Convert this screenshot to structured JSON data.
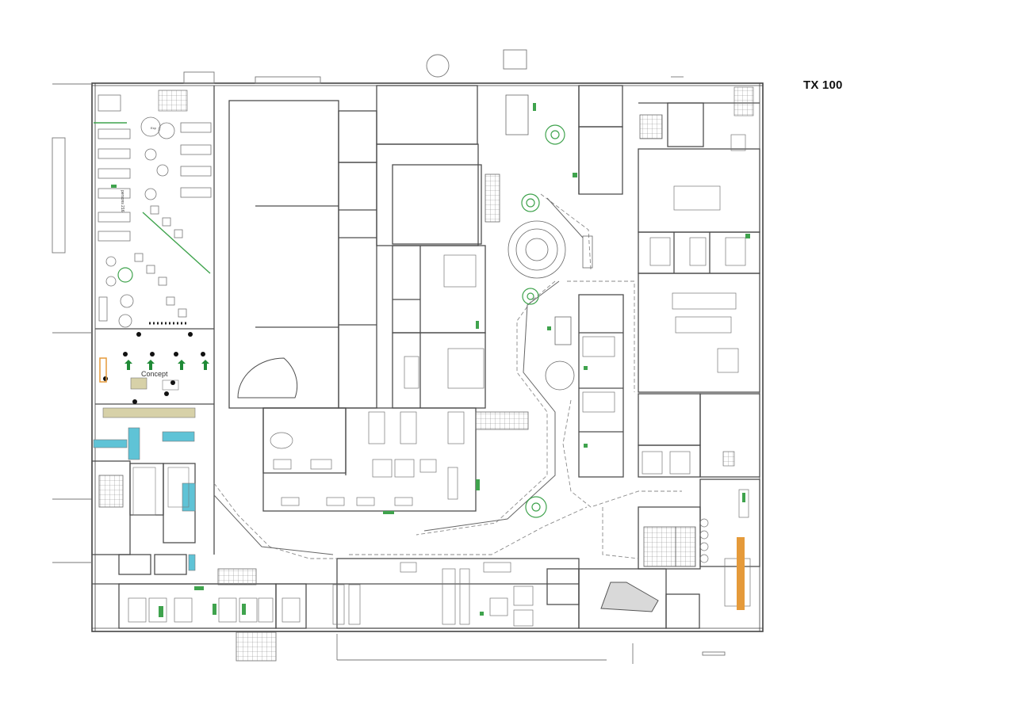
{
  "sheet": {
    "title": "TX 100"
  },
  "labels": {
    "concept": "Concept",
    "persons": "persons 216",
    "small_tag": "Exp"
  },
  "colors": {
    "line": "#555555",
    "thin": "#9a9a9a",
    "plant": "#3fa34d",
    "arrow": "#1f8a36",
    "teal": "#5fc3d6",
    "orange": "#e59a3a",
    "khaki": "#d7d1a8"
  },
  "icons": [
    "green-arrow-icon",
    "plant-icon",
    "tree-icon",
    "circle-table-icon"
  ]
}
